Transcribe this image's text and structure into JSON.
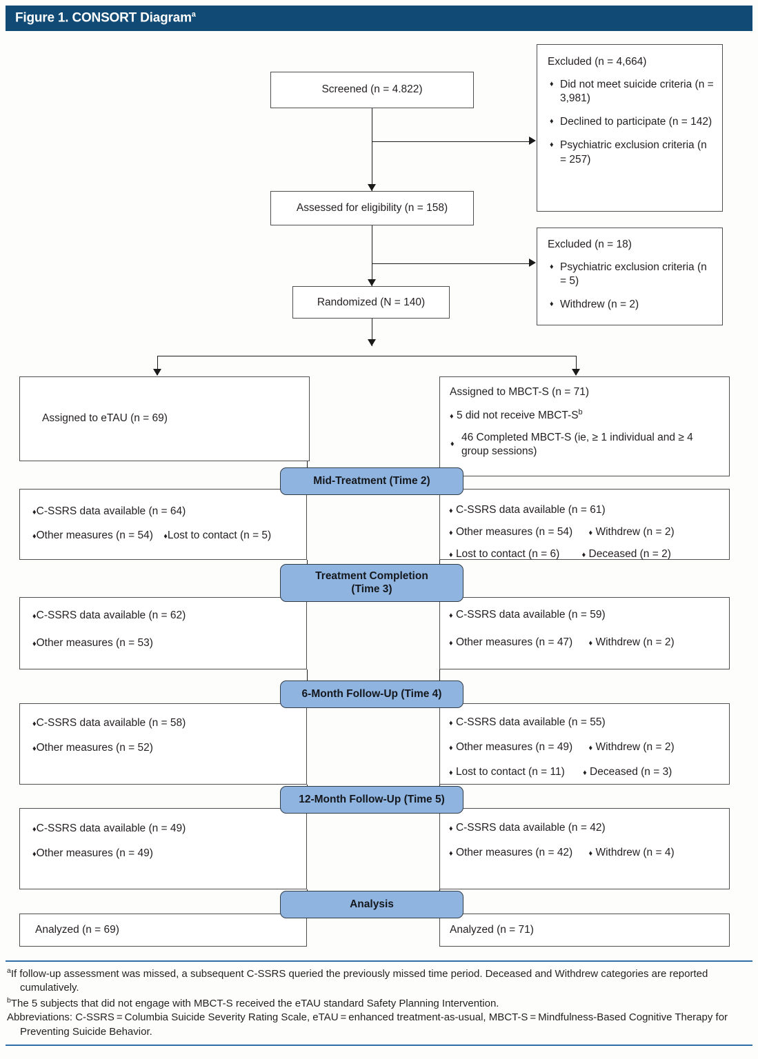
{
  "figure": {
    "title": "Figure 1. CONSORT Diagram",
    "title_superscript": "a",
    "header_color": "#114a74",
    "stage_color": "#8fb4e0",
    "rule_color": "#2e6ea6"
  },
  "flow": {
    "screened": "Screened (n = 4.822)",
    "assessed": "Assessed for eligibility (n = 158)",
    "randomized": "Randomized (N = 140)",
    "excluded_1": {
      "heading": "Excluded (n = 4,664)",
      "items": [
        "Did not meet suicide criteria (n = 3,981)",
        "Declined to participate (n = 142)",
        "Psychiatric exclusion criteria (n = 257)"
      ]
    },
    "excluded_2": {
      "heading": "Excluded (n = 18)",
      "items": [
        "Psychiatric exclusion criteria (n = 5)",
        "Withdrew (n = 2)"
      ]
    },
    "assigned_left": "Assigned to eTAU (n = 69)",
    "assigned_right": {
      "heading": "Assigned to MBCT-S (n = 71)",
      "item1": "5 did not receive MBCT-S",
      "item1_superscript": "b",
      "item2": "46 Completed MBCT-S (ie, ≥ 1 individual and ≥ 4 group sessions)"
    }
  },
  "stages": [
    {
      "id": "mid-treatment",
      "label": "Mid-Treatment (Time 2)"
    },
    {
      "id": "treatment-completion",
      "label": "Treatment Completion\n(Time 3)",
      "line1": "Treatment Completion",
      "line2": "(Time 3)"
    },
    {
      "id": "six-month",
      "label": "6-Month Follow-Up (Time 4)"
    },
    {
      "id": "twelve-month",
      "label": "12-Month Follow-Up (Time 5)"
    },
    {
      "id": "analysis",
      "label": "Analysis"
    }
  ],
  "rows": {
    "mid_treatment": {
      "left": [
        "C-SSRS data available (n = 64)",
        "Other measures (n = 54)",
        "Lost to contact (n = 5)"
      ],
      "right": [
        "C-SSRS data available (n = 61)",
        "Other measures (n = 54)",
        "Withdrew (n = 2)",
        "Lost to contact (n = 6)",
        "Deceased (n = 2)"
      ]
    },
    "treatment_completion": {
      "left": [
        "C-SSRS data available (n = 62)",
        "Other measures (n = 53)"
      ],
      "right": [
        "C-SSRS data available (n = 59)",
        "Other measures (n = 47)",
        "Withdrew (n = 2)"
      ]
    },
    "six_month": {
      "left": [
        "C-SSRS data available (n = 58)",
        "Other measures (n = 52)"
      ],
      "right": [
        "C-SSRS data available (n = 55)",
        "Other measures (n = 49)",
        "Withdrew (n = 2)",
        "Lost to contact (n = 11)",
        "Deceased (n = 3)"
      ]
    },
    "twelve_month": {
      "left": [
        "C-SSRS data available (n = 49)",
        "Other measures (n = 49)"
      ],
      "right": [
        "C-SSRS data available (n = 42)",
        "Other measures (n = 42)",
        "Withdrew (n = 4)"
      ]
    },
    "analysis": {
      "left": "Analyzed (n = 69)",
      "right": "Analyzed (n = 71)"
    }
  },
  "footnotes": {
    "a_marker": "a",
    "a_text": "If follow-up assessment was missed, a subsequent C-SSRS queried the previously missed time period. Deceased and Withdrew categories are reported cumulatively.",
    "b_marker": "b",
    "b_text": "The 5 subjects that did not engage with MBCT-S received the eTAU standard Safety Planning Intervention.",
    "abbreviations": "Abbreviations: C-SSRS = Columbia Suicide Severity Rating Scale, eTAU = enhanced treatment-as-usual, MBCT-S = Mindfulness-Based Cognitive Therapy for Preventing Suicide Behavior."
  }
}
